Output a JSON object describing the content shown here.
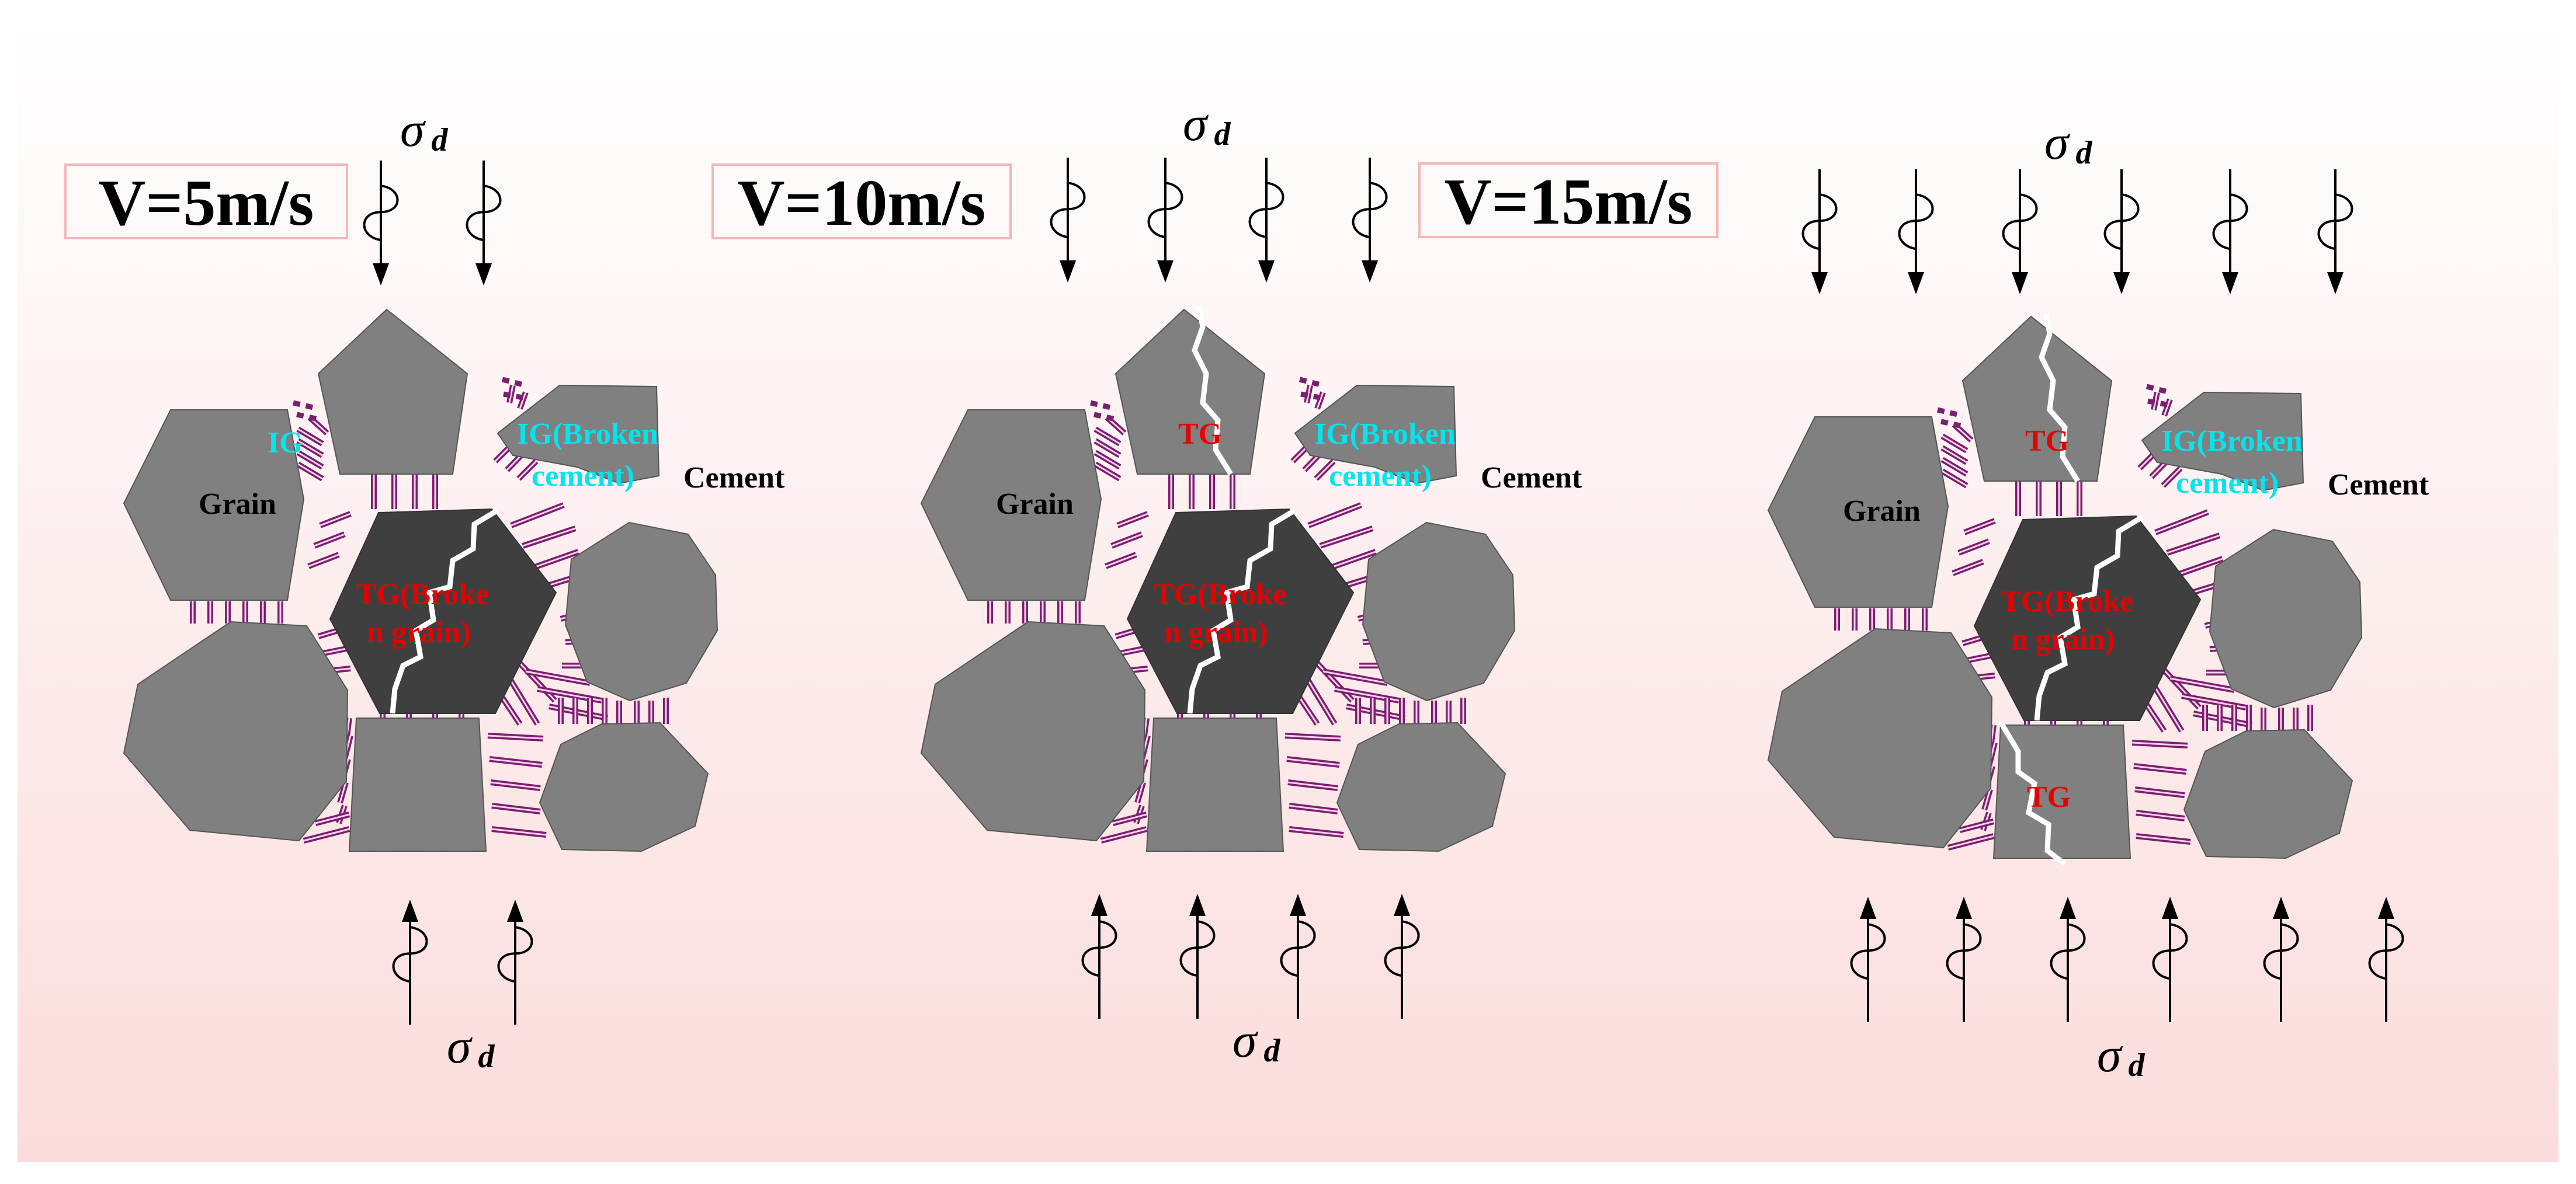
{
  "panels": [
    {
      "velocity_label": "V=5m/s",
      "top_stress": {
        "symbol": "σ",
        "subscript": "d"
      },
      "bottom_stress": {
        "symbol": "σ",
        "subscript": "d"
      },
      "labels": {
        "grain": "Grain",
        "ig": "IG",
        "ig_broken_line1": "IG(Broken",
        "ig_broken_line2": "cement)",
        "cement": "Cement",
        "tg_broken_line1": "TG(Broke",
        "tg_broken_line2": "n grain)"
      }
    },
    {
      "velocity_label": "V=10m/s",
      "top_stress": {
        "symbol": "σ",
        "subscript": "d"
      },
      "bottom_stress": {
        "symbol": "σ",
        "subscript": "d"
      },
      "labels": {
        "grain": "Grain",
        "tg": "TG",
        "ig_broken_line1": "IG(Broken",
        "ig_broken_line2": "cement)",
        "cement": "Cement",
        "tg_broken_line1": "TG(Broke",
        "tg_broken_line2": "n grain)"
      }
    },
    {
      "velocity_label": "V=15m/s",
      "top_stress": {
        "symbol": "σ",
        "subscript": "d"
      },
      "bottom_stress": {
        "symbol": "σ",
        "subscript": "d"
      },
      "labels": {
        "grain": "Grain",
        "tg_top": "TG",
        "ig_broken_line1": "IG(Broken",
        "ig_broken_line2": "cement)",
        "cement": "Cement",
        "tg_broken_line1": "TG(Broke",
        "tg_broken_line2": "n grain)",
        "tg_bottom": "TG"
      }
    }
  ],
  "colors": {
    "grain": "#808080",
    "broken_grain": "#3f3f3f",
    "cement_bond": "#7a1f70",
    "crack": "#ffffff",
    "label_red": "#e60000",
    "label_cyan": "#00e5ee",
    "velocity_box_border": "#f4b6b6"
  }
}
